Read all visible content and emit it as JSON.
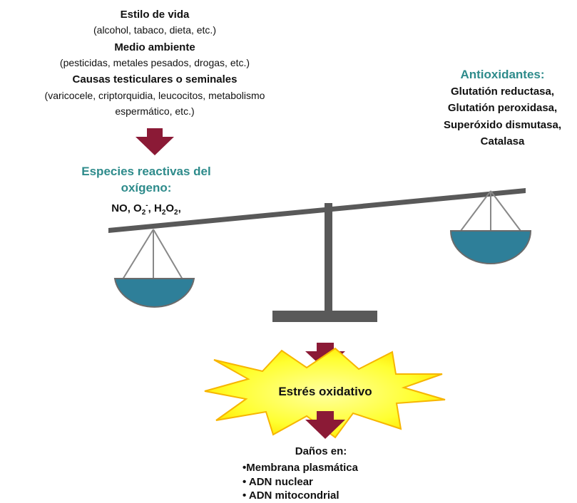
{
  "causes": {
    "lifestyle_title": "Estilo de vida",
    "lifestyle_detail": "(alcohol, tabaco, dieta, etc.)",
    "environment_title": "Medio ambiente",
    "environment_detail": "(pesticidas, metales pesados, drogas, etc.)",
    "testicular_title": "Causas testiculares o seminales",
    "testicular_detail_1": "(varicocele, criptorquidia, leucocitos, metabolismo",
    "testicular_detail_2": "espermático, etc.)"
  },
  "ros": {
    "title_1": "Especies reactivas del",
    "title_2": "oxígeno:",
    "species": [
      {
        "base": "NO",
        "sep": ", "
      },
      {
        "base": "O",
        "sub": "2",
        "sup": "-",
        "sep": ", "
      },
      {
        "base": "H",
        "sub": "2",
        "base2": "O",
        "sub2": "2",
        "sep": ","
      }
    ]
  },
  "antioxidants": {
    "title": "Antioxidantes:",
    "items": [
      "Glutatión reductasa,",
      "Glutatión peroxidasa,",
      "Superóxido dismutasa,",
      "Catalasa"
    ]
  },
  "stress": {
    "label": "Estrés oxidativo"
  },
  "damage": {
    "title": "Daños en:",
    "items": [
      "•Membrana plasmática",
      "• ADN nuclear",
      "• ADN mitocondrial"
    ]
  },
  "colors": {
    "arrow": "#8b1a36",
    "pan": "#2e7f99",
    "beam": "#595959",
    "teal_text": "#2e8b8b",
    "burst_fill": "#ffff3c",
    "burst_stroke": "#f7b500"
  }
}
